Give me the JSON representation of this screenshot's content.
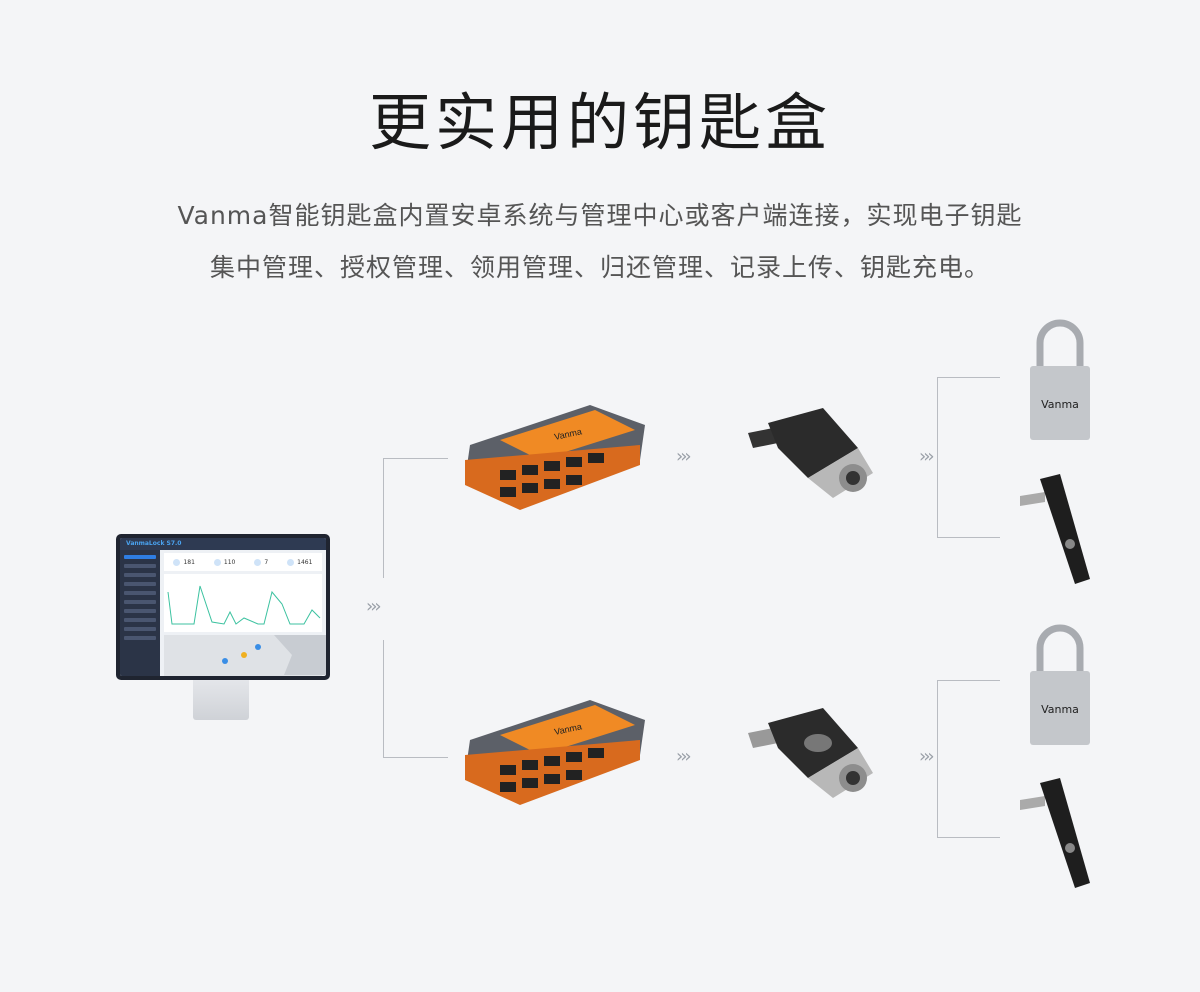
{
  "title": "更实用的钥匙盒",
  "subtitle": {
    "line1": "Vanma智能钥匙盒内置安卓系统与管理中心或客户端连接，实现电子钥匙",
    "line2": "集中管理、授权管理、领用管理、归还管理、记录上传、钥匙充电。"
  },
  "monitor": {
    "app_title": "VanmaLock S7.0",
    "stats": [
      "181",
      "110",
      "7",
      "1461"
    ]
  },
  "brand_label": "Vanma",
  "arrow_glyph": "›››",
  "colors": {
    "accent": "#f08a24",
    "background": "#f4f5f7",
    "line": "#b9bcc2"
  }
}
